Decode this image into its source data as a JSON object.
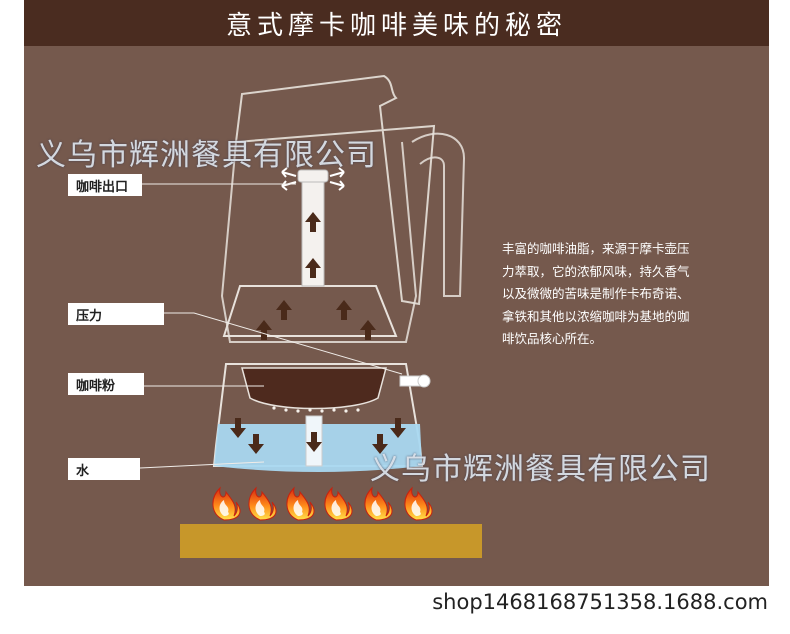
{
  "header": {
    "title": "意式摩卡咖啡美味的秘密"
  },
  "labels": {
    "outlet": "咖啡出口",
    "pressure": "压力",
    "powder": "咖啡粉",
    "water": "水"
  },
  "description": {
    "lines": [
      "丰富的咖啡油脂，来源于摩卡壶压",
      "力萃取，它的浓郁风味，持久香气",
      "以及微微的苦味是制作卡布奇诺、",
      "拿铁和其他以浓缩咖啡为基地的咖",
      "啡饮品核心所在。"
    ]
  },
  "watermarks": {
    "top": "义乌市辉洲餐具有限公司",
    "bottom": "义乌市辉洲餐具有限公司"
  },
  "footer": {
    "url": "shop1468168751358.1688.com"
  },
  "colors": {
    "header_bg": "#4a2c20",
    "panel_bg": "#75594d",
    "water": "#a9d8f0",
    "coffee_powder": "#4e2a1e",
    "stove": "#c7972a",
    "arrow": "#4a2a1a"
  },
  "icons": [
    "flame-icon",
    "arrow-up-icon",
    "arrow-down-icon",
    "knob-icon"
  ]
}
